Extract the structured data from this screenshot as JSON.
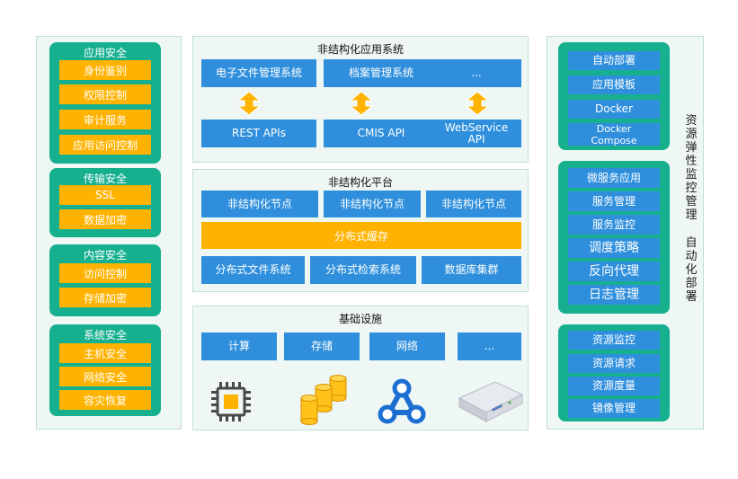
{
  "security": {
    "groups": [
      {
        "title": "应用安全",
        "items": [
          "身份鉴别",
          "权限控制",
          "审计服务",
          "应用访问控制"
        ]
      },
      {
        "title": "传输安全",
        "items": [
          "SSL",
          "数据加密"
        ]
      },
      {
        "title": "内容安全",
        "items": [
          "访问控制",
          "存储加密"
        ]
      },
      {
        "title": "系统安全",
        "items": [
          "主机安全",
          "网络安全",
          "容灾恢复"
        ]
      }
    ]
  },
  "apps": {
    "title": "非结构化应用系统",
    "top": [
      "电子文件管理系统",
      "档案管理系统",
      "..."
    ],
    "apis": [
      "REST APIs",
      "CMIS API",
      "WebService API"
    ]
  },
  "platform": {
    "title": "非结构化平台",
    "nodes": [
      "非结构化节点",
      "非结构化节点",
      "非结构化节点"
    ],
    "cache": "分布式缓存",
    "bottom": [
      "分布式文件系统",
      "分布式检索系统",
      "数据库集群"
    ]
  },
  "infra": {
    "title": "基础设施",
    "items": [
      "计算",
      "存储",
      "网络",
      "..."
    ],
    "icons": [
      "cpu-icon",
      "storage-coins-icon",
      "network-hub-icon",
      "server-icon"
    ]
  },
  "management": {
    "groups": [
      {
        "items": [
          "自动部署",
          "应用模板",
          "Docker",
          "Docker Compose"
        ]
      },
      {
        "items": [
          "微服务应用",
          "服务管理",
          "服务监控",
          "调度策略",
          "反向代理",
          "日志管理"
        ]
      },
      {
        "items": [
          "资源监控",
          "资源请求",
          "资源度量",
          "镜像管理"
        ]
      }
    ],
    "side_label_1": "资源弹性监控管理",
    "side_label_2": "自动化部署"
  },
  "colors": {
    "teal": "#16b08f",
    "orange": "#ffb300",
    "blue": "#2f8fdc",
    "panel": "#eef7f4"
  }
}
